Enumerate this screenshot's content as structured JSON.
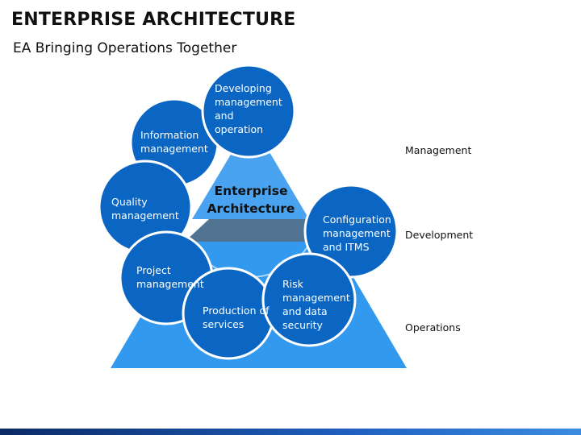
{
  "header": {
    "title": "ENTERPRISE ARCHITECTURE",
    "subtitle": "EA Bringing Operations Together"
  },
  "center": {
    "line1": "Enterprise",
    "line2": "Architecture"
  },
  "layers": [
    {
      "label": "Management"
    },
    {
      "label": "Development"
    },
    {
      "label": "Operations"
    }
  ],
  "circles": [
    {
      "label": "Developing management and operation",
      "lines": [
        "Developing",
        "management",
        "and",
        "operation"
      ]
    },
    {
      "label": "Information management",
      "lines": [
        "Information",
        "management"
      ]
    },
    {
      "label": "Quality management",
      "lines": [
        "Quality",
        "management"
      ]
    },
    {
      "label": "Project management",
      "lines": [
        "Project",
        "management"
      ]
    },
    {
      "label": "Production of services",
      "lines": [
        "Production of",
        "services"
      ]
    },
    {
      "label": "Risk management and data security",
      "lines": [
        "Risk",
        "management",
        "and data",
        "security"
      ]
    },
    {
      "label": "Configuration management and ITMS",
      "lines": [
        "Configuration",
        "management",
        "and ITMS"
      ]
    }
  ],
  "colors": {
    "circle_fill": "#0a66c2",
    "circle_stroke": "#ffffff",
    "triangle_light": "#4aa3f0",
    "triangle_mid": "#4f7391",
    "triangle_base": "#3399ee",
    "title_text": "#111111"
  }
}
